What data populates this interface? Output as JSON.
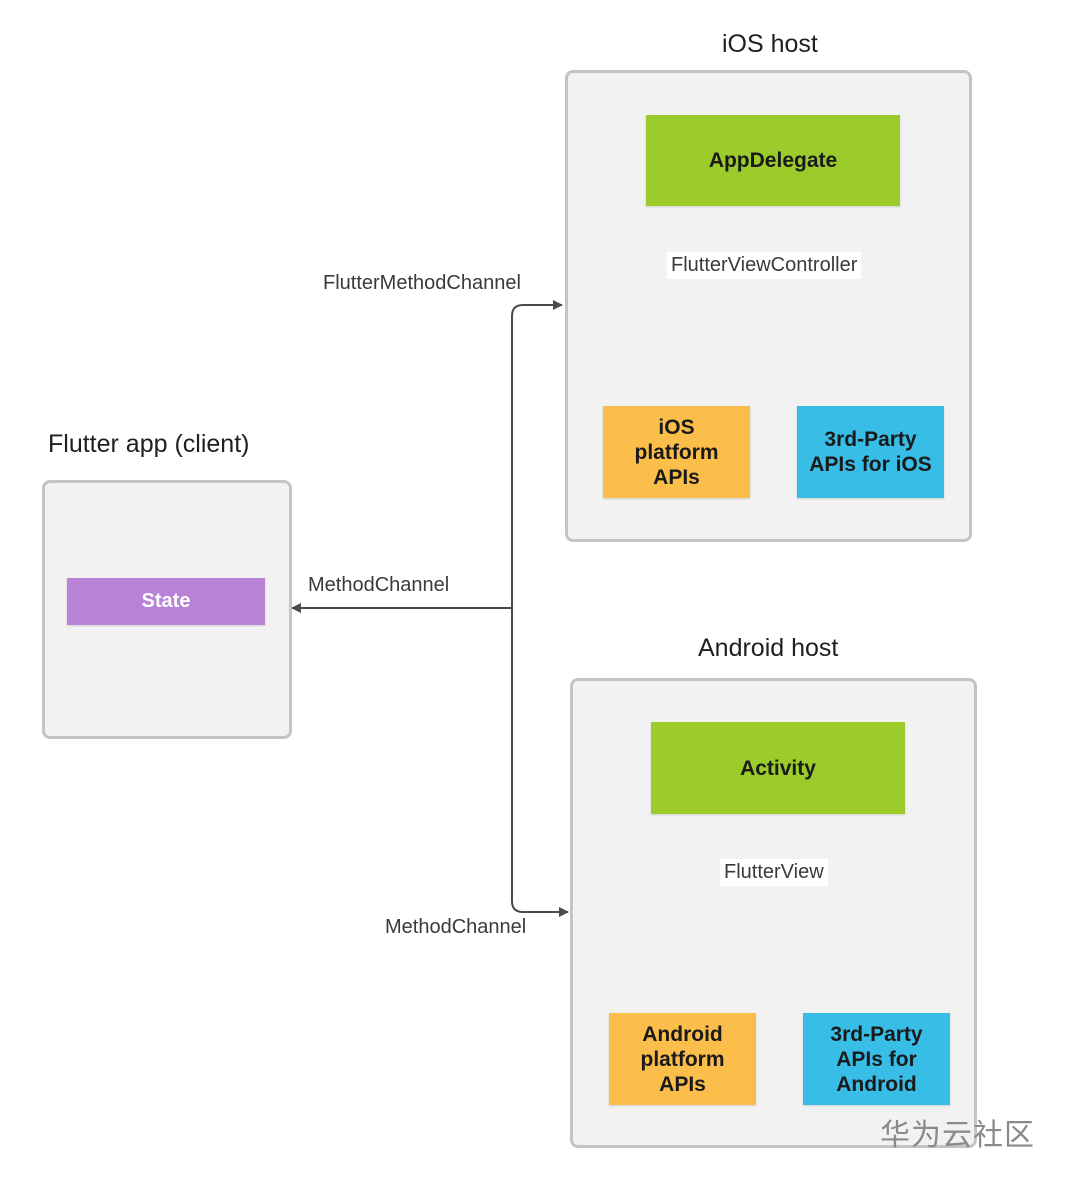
{
  "flutter_app": {
    "title": "Flutter app (client)",
    "state_label": "State"
  },
  "ios_host": {
    "title": "iOS host",
    "top_box": "AppDelegate",
    "connector_label": "FlutterViewController",
    "left_box": "iOS platform APIs",
    "right_box": "3rd-Party APIs for iOS"
  },
  "android_host": {
    "title": "Android host",
    "top_box": "Activity",
    "connector_label": "FlutterView",
    "left_box": "Android platform APIs",
    "right_box": "3rd-Party APIs for Android"
  },
  "channels": {
    "to_ios": "FlutterMethodChannel",
    "to_flutter": "MethodChannel",
    "to_android": "MethodChannel"
  },
  "watermark": "华为云社区",
  "colors": {
    "panel_bg": "#f2f2f2",
    "panel_border": "#c4c4c4",
    "green": "#9ccb2c",
    "orange": "#fbbe4b",
    "blue": "#38bde7",
    "purple": "#b882d6",
    "line": "#4a4a4a"
  }
}
